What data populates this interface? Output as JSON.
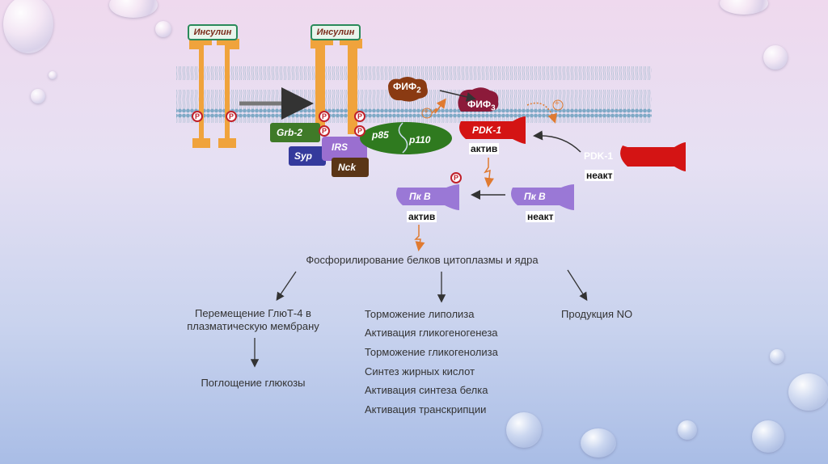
{
  "diagram": {
    "insulin": [
      "Инсулин",
      "Инсулин"
    ],
    "phospho": "P",
    "proteins": {
      "grb2": "Grb-2",
      "syp": "Syp",
      "irs": "IRS",
      "nck": "Nck",
      "p85": "p85",
      "p110": "p110",
      "pip2": "ФИФ",
      "pip2_sub": "2",
      "pip3": "ФИФ",
      "pip3_sub": "3",
      "pdk1_active": "PDK-1",
      "pdk1_inactive": "PDK-1",
      "pkb_active": "Пк B",
      "pkb_inactive": "Пк B"
    },
    "states": {
      "active": "актив",
      "inactive": "неакт"
    },
    "plus": "+",
    "main_effect": "Фосфорилирование белков цитоплазмы и ядра",
    "left": {
      "line1": "Перемещение ГлюТ-4 в",
      "line2": "плазматическую мембрану",
      "result": "Поглощение глюкозы"
    },
    "middle": [
      "Торможение липолиза",
      "Активация гликогеногенеза",
      "Торможение гликогенолиза",
      "Синтез жирных кислот",
      "Активация синтеза белка",
      "Активация транскрипции"
    ],
    "right": "Продукция NO"
  },
  "colors": {
    "receptor": "#f0a33c",
    "membrane": "#7fa9c6",
    "grb2": "#3f7a28",
    "syp": "#343a9c",
    "irs": "#9a6fd0",
    "nck": "#5a3516",
    "p85": "#2f7a1f",
    "pip2": "#8a3a12",
    "pip3": "#8c1a3a",
    "pdk1": "#d41414",
    "pkb": "#9a78d6"
  }
}
